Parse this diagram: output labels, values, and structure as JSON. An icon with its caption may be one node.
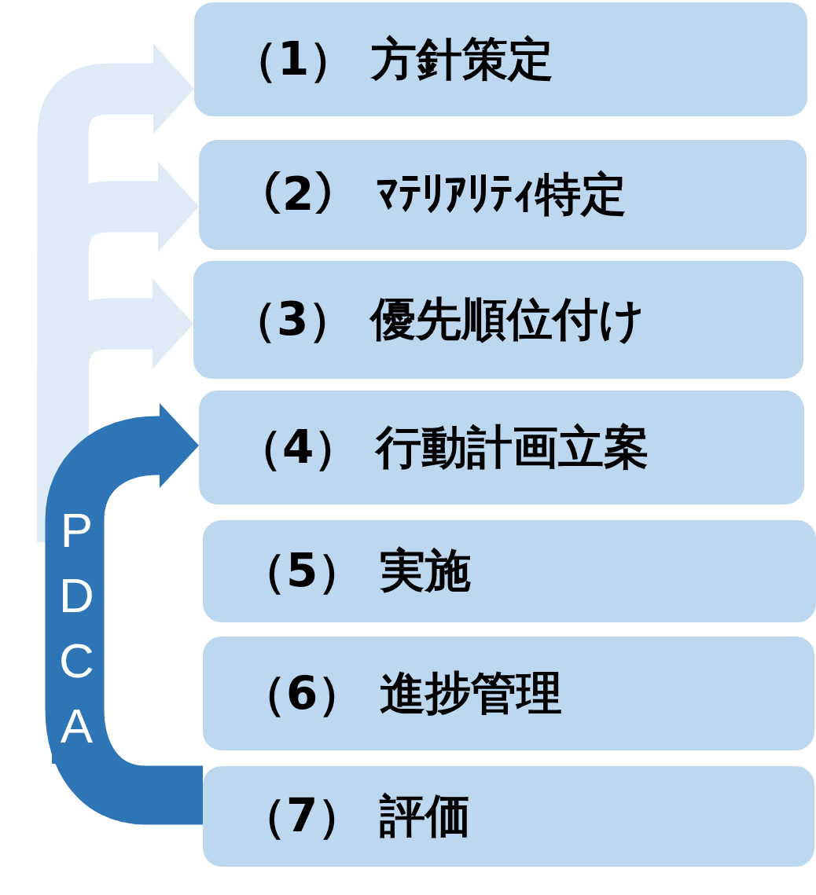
{
  "diagram": {
    "nodes": [
      {
        "text": [
          "（1） 方針策定"
        ]
      },
      {
        "text": [
          "（2） ﾏﾃﾘｱﾘﾃｨ特定"
        ]
      },
      {
        "text": [
          "（3） 優先順位付け"
        ]
      },
      {
        "text": [
          "（4） 行動計画立案"
        ]
      },
      {
        "text": [
          "（5） 実施"
        ]
      },
      {
        "text": [
          "（6） 進捗管理"
        ]
      },
      {
        "text": [
          "（7） 評価"
        ]
      }
    ],
    "edges": [
      {
        "from": null,
        "to": 0,
        "arrow": "to"
      },
      {
        "from": null,
        "to": 1,
        "arrow": "to"
      },
      {
        "from": null,
        "to": 2,
        "arrow": "to"
      },
      {
        "from": 6,
        "to": 3,
        "arrow": "to",
        "label": "PDCA",
        "color": "#2e75b6"
      }
    ]
  }
}
